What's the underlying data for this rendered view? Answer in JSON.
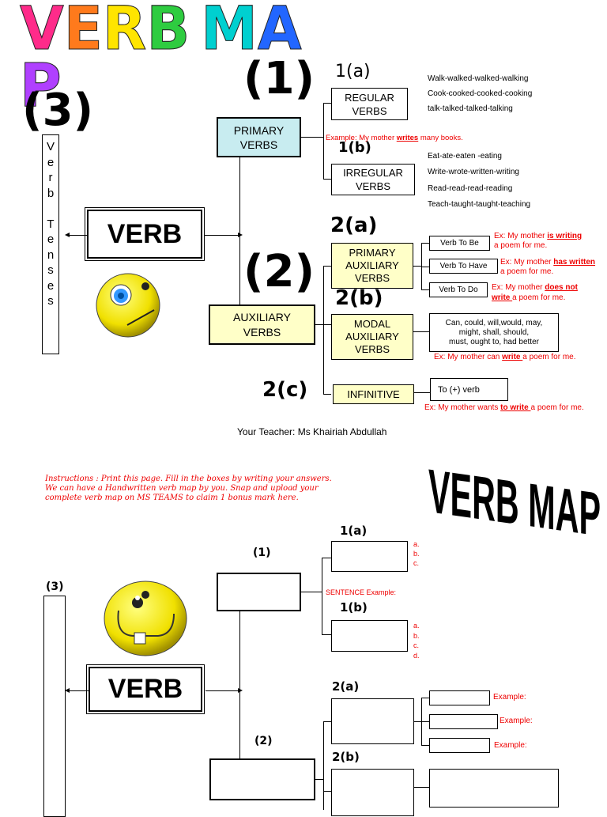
{
  "top": {
    "title_letters": [
      "V",
      "E",
      "R",
      "B",
      " ",
      "M",
      "A",
      "P"
    ],
    "num_1": "(1)",
    "num_2": "(2)",
    "num_3": "(3)",
    "label_1a": "1(a)",
    "label_1b": "1(b)",
    "label_2a": "2(a)",
    "label_2b": "2(b)",
    "label_2c": "2(c)",
    "verb": "VERB",
    "verb_tenses_letters": [
      "V",
      "e",
      "r",
      "b",
      "",
      "T",
      "e",
      "n",
      "s",
      "e",
      "s"
    ],
    "primary_verbs": [
      "PRIMARY",
      "VERBS"
    ],
    "auxiliary_verbs": [
      "AUXILIARY",
      "VERBS"
    ],
    "regular_verbs": [
      "REGULAR",
      "VERBS"
    ],
    "irregular_verbs": [
      "IRREGULAR",
      "VERBS"
    ],
    "primary_auxiliary_verbs": [
      "PRIMARY",
      "AUXILIARY",
      "VERBS"
    ],
    "modal_auxiliary_verbs": [
      "MODAL",
      "AUXILIARY",
      "VERBS"
    ],
    "infinitive": "INFINITIVE",
    "regular_examples": [
      "Walk-walked-walked-walking",
      "Cook-cooked-cooked-cooking",
      "talk-talked-talked-talking"
    ],
    "irregular_examples": [
      "Eat-ate-eaten -eating",
      "Write-wrote-written-writing",
      "Read-read-read-reading",
      "Teach-taught-taught-teaching"
    ],
    "primary_example": {
      "pre": "Example: My mother ",
      "em": "writes",
      "post": " many books."
    },
    "verb_to_be": "Verb To Be",
    "verb_to_have": "Verb To  Have",
    "verb_to_do": "Verb To Do",
    "ex_be": {
      "pre": "Ex: My mother ",
      "em": "is writing",
      "post": "a poem for me."
    },
    "ex_have": {
      "pre": "Ex: My mother ",
      "em": "has written",
      "post": "a poem for me."
    },
    "ex_do": {
      "pre": "Ex: My mother ",
      "em": "does not",
      "em2": "write ",
      "post": "a poem for me."
    },
    "modals": [
      "Can, could, will,would, may,",
      "might, shall, should,",
      "must, ought to, had better"
    ],
    "modal_example": {
      "pre": "Ex: My mother can ",
      "em": "write ",
      "post": "a poem for me."
    },
    "to_verb": "To (+) verb",
    "infinitive_example": {
      "pre": "Ex: My mother wants ",
      "em": "to write ",
      "post": "a poem for me."
    },
    "teacher": "Your Teacher: Ms Khairiah Abdullah"
  },
  "bottom": {
    "instructions": [
      "Instructions : Print this page. Fill in the boxes by writing your answers.",
      "We can have a Handwritten verb map by you.  Snap and upload your",
      "complete verb map on MS TEAMS to claim 1 bonus mark here."
    ],
    "title": "VERB MAP",
    "num_1": "(1)",
    "num_2": "(2)",
    "num_3": "(3)",
    "label_1a": "1(a)",
    "label_1b": "1(b)",
    "label_2a": "2(a)",
    "label_2b": "2(b)",
    "verb": "VERB",
    "list_1a": [
      "a.",
      "b.",
      "c."
    ],
    "list_1b": [
      "a.",
      "b.",
      "c.",
      "d."
    ],
    "sentence_example": "SENTENCE Example:",
    "example": "Example:"
  },
  "colors": {
    "primary_fill": "#c8ecf0",
    "yellow_fill": "#ffffc8",
    "red": "#e00000",
    "title_colors": [
      "#ff2b8a",
      "#ff7a1c",
      "#ffe500",
      "#2ecc40",
      "#ffffff",
      "#00d0d0",
      "#2266ff",
      "#b040ff"
    ]
  }
}
